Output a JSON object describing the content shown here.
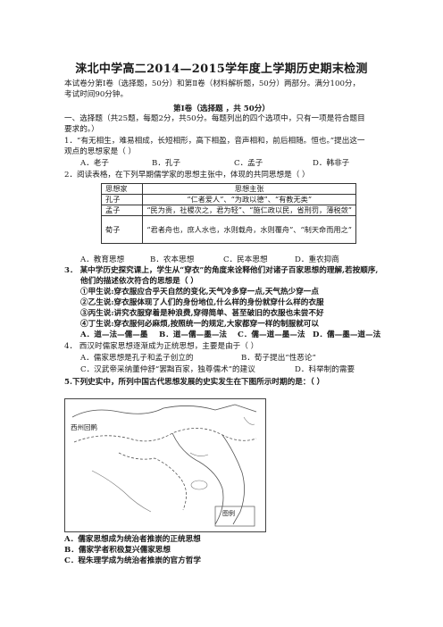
{
  "title": "涞北中学高二2014—2015学年度上学期历史期末检测",
  "intro": [
    "本试卷分第Ⅰ卷（选择题，50分）和第Ⅱ卷（材料解析题，50分）两部分。满分100分，",
    "考试时间90分钟。"
  ],
  "section1": "第Ⅰ卷（选择题 ，共 50分）",
  "part1": [
    "一、选择题（共25题，每题2分，共50分。每题列出的四个选项中，只有一项是符合题目",
    "要求的。）"
  ],
  "q1": {
    "stem": [
      "1．“有无相生，难易相成，长短相形，高下相盈，音声相和，前后相随。恒也。”提出这一",
      "观点的思想家是（    ）"
    ],
    "options": [
      "A．老子",
      "B．孔子",
      "C．孟子",
      "D．韩非子"
    ]
  },
  "q2": {
    "stem": "2．阅读表格，在下列早期儒学家的思想主张中，体现的共同思想是（    ）",
    "header": [
      "思想家",
      "思想主张"
    ],
    "rows": [
      [
        "孔子",
        "“仁者爱人”、“为政以德”、“有教无类”"
      ],
      [
        "孟子",
        "“民为贵，社稷次之，君为轻”、“施仁政以民，省刑罚，薄税敛”"
      ],
      [
        "荀子",
        "“君者舟也，庶人水也，水则载舟，水则覆舟”、“制天命而用之”"
      ]
    ],
    "options": [
      "A．教育思想",
      "B．农本思想",
      "C．民本思想",
      "D．重农抑商"
    ]
  },
  "q3": {
    "stem": [
      "3．  某中学历史探究课上，学生从“穿衣”的角度来诠释他们对诸子百家思想的理解,若按顺序,",
      "他们的描述依次符合的思想是（    ）"
    ],
    "items": [
      "①甲生说:穿衣服应合乎天自然的变化,天气冷多穿一点,天气热少穿一点",
      "②乙生说:穿衣服体现了人们的身份地位,什么样的身份就穿什么样的衣服",
      "③丙生说:讲究衣服穿着是种浪费,穿得简单、甚至破旧的衣服也未尝不好",
      "④丁生说:穿衣服何必麻烦,按照统一的规定,大家都穿一样的制服就可以"
    ],
    "options": [
      "A．道—法—儒—墨",
      "B．道—儒—墨—法",
      "C．儒—道—墨—法",
      "D．儒—墨—道—法"
    ]
  },
  "q4": {
    "stem": "4．  西汉时儒家思想逐渐成为正统思想，主要是由于（    ）",
    "options": [
      "A．儒家思想是孔子和孟子创立的",
      "B．荀子提出“性恶论”",
      "C．汉武帝采纳董仲舒“罢黜百家，独尊儒术”的建议",
      "D．科举制的需要"
    ]
  },
  "q5": {
    "stem": "5.下列史实中，所列中国古代思想发展的史实发生在下图所示时期的是：（    ）",
    "map_labels": [
      "西州回鹘",
      "图例"
    ],
    "options": [
      "A．儒家思想成为统治者推崇的正统思想",
      "B．儒家学者积极复兴儒家思想",
      "C．程朱理学成为统治者推崇的官方哲学"
    ]
  },
  "colors": {
    "text": "#1a1a1a",
    "border": "#333333"
  }
}
